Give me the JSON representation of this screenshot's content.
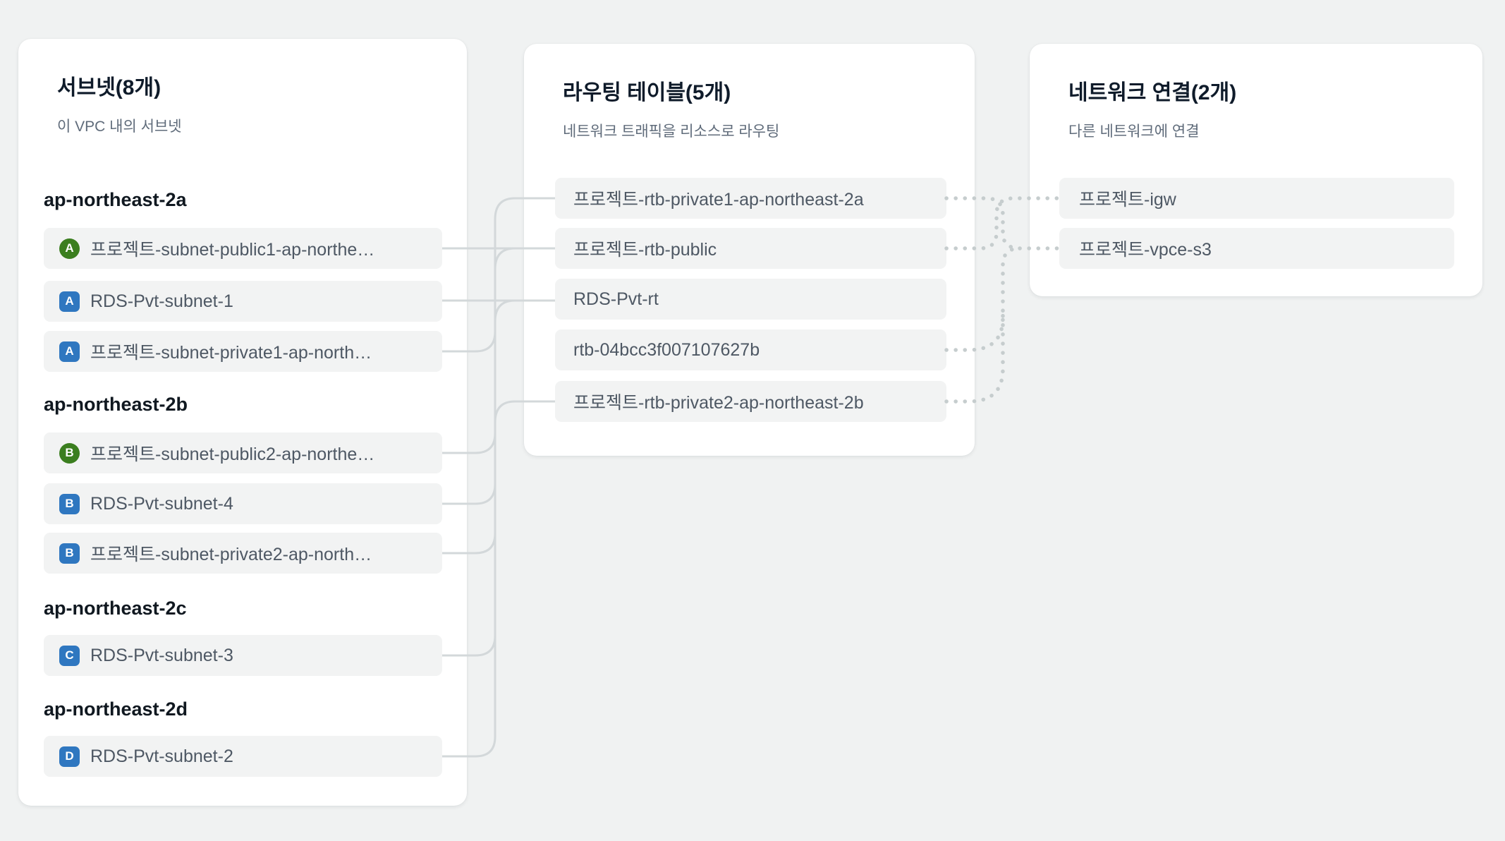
{
  "colors": {
    "page_background": "#f0f2f2",
    "card_background": "#ffffff",
    "row_background": "#f2f3f3",
    "row_text": "#4e5864",
    "title_text": "#0f1b2a",
    "subtitle_text": "#5f6b7a",
    "public_badge_green": "#3b7e1f",
    "private_badge_blue": "#2f77c0",
    "solid_connector": "#d3d8da",
    "dotted_connector": "#c6cdce"
  },
  "cards": {
    "subnets": {
      "title": "서브넷(8개)",
      "subtitle": "이 VPC 내의 서브넷",
      "groups": [
        {
          "az": "ap-northeast-2a",
          "items": [
            {
              "badge": "A",
              "type": "public",
              "label": "프로젝트-subnet-public1-ap-northe…"
            },
            {
              "badge": "A",
              "type": "private",
              "label": "RDS-Pvt-subnet-1"
            },
            {
              "badge": "A",
              "type": "private",
              "label": "프로젝트-subnet-private1-ap-north…"
            }
          ]
        },
        {
          "az": "ap-northeast-2b",
          "items": [
            {
              "badge": "B",
              "type": "public",
              "label": "프로젝트-subnet-public2-ap-northe…"
            },
            {
              "badge": "B",
              "type": "private",
              "label": "RDS-Pvt-subnet-4"
            },
            {
              "badge": "B",
              "type": "private",
              "label": "프로젝트-subnet-private2-ap-north…"
            }
          ]
        },
        {
          "az": "ap-northeast-2c",
          "items": [
            {
              "badge": "C",
              "type": "private",
              "label": "RDS-Pvt-subnet-3"
            }
          ]
        },
        {
          "az": "ap-northeast-2d",
          "items": [
            {
              "badge": "D",
              "type": "private",
              "label": "RDS-Pvt-subnet-2"
            }
          ]
        }
      ]
    },
    "route_tables": {
      "title": "라우팅 테이블(5개)",
      "subtitle": "네트워크 트래픽을 리소스로 라우팅",
      "items": [
        {
          "label": "프로젝트-rtb-private1-ap-northeast-2a"
        },
        {
          "label": "프로젝트-rtb-public"
        },
        {
          "label": "RDS-Pvt-rt"
        },
        {
          "label": "rtb-04bcc3f007107627b"
        },
        {
          "label": "프로젝트-rtb-private2-ap-northeast-2b"
        }
      ]
    },
    "connections": {
      "title": "네트워크 연결(2개)",
      "subtitle": "다른 네트워크에 연결",
      "items": [
        {
          "label": "프로젝트-igw"
        },
        {
          "label": "프로젝트-vpce-s3"
        }
      ]
    }
  }
}
